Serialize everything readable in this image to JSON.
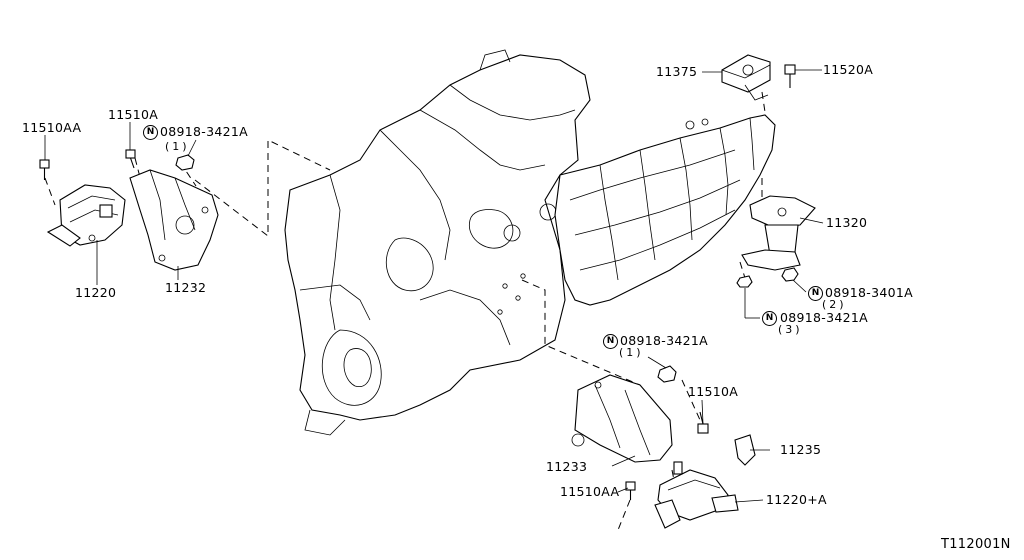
{
  "figure_id": "T112001N",
  "nut_symbol": "N",
  "callouts": [
    {
      "id": "c11510AA_top",
      "text": "11510AA"
    },
    {
      "id": "c11510A_top",
      "text": "11510A"
    },
    {
      "id": "c08918_3421A_top",
      "text": "08918-3421A",
      "qty": "(1)"
    },
    {
      "id": "c11220",
      "text": "11220"
    },
    {
      "id": "c11232",
      "text": "11232"
    },
    {
      "id": "c11375",
      "text": "11375"
    },
    {
      "id": "c11520A",
      "text": "11520A"
    },
    {
      "id": "c11320",
      "text": "11320"
    },
    {
      "id": "c08918_3401A",
      "text": "08918-3401A",
      "qty": "(2)"
    },
    {
      "id": "c08918_3421A_right",
      "text": "08918-3421A",
      "qty": "(3)"
    },
    {
      "id": "c08918_3421A_bottom",
      "text": "08918-3421A",
      "qty": "(1)"
    },
    {
      "id": "c11510A_bottom",
      "text": "11510A"
    },
    {
      "id": "c11233",
      "text": "11233"
    },
    {
      "id": "c11235",
      "text": "11235"
    },
    {
      "id": "c11510AA_bottom",
      "text": "11510AA"
    },
    {
      "id": "c11220A",
      "text": "11220+A"
    }
  ]
}
